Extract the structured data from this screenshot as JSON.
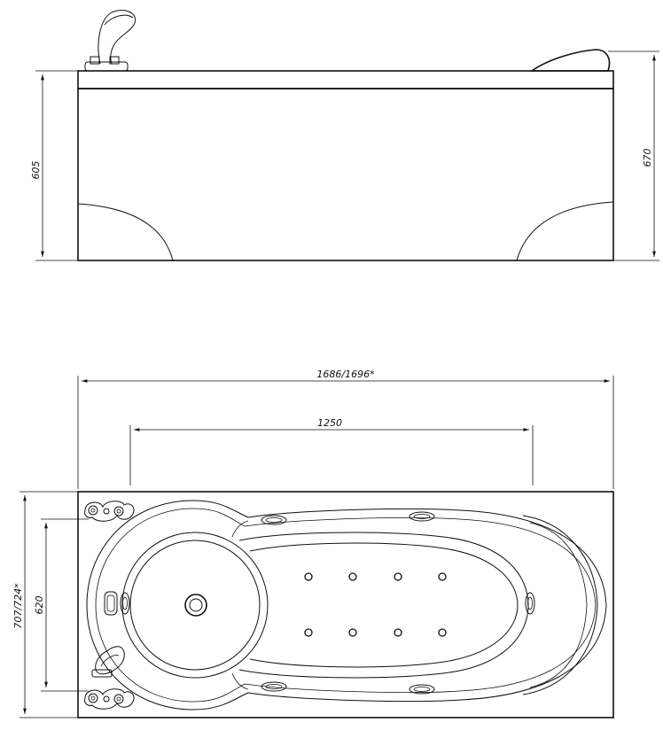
{
  "drawing": {
    "side_view": {
      "height_dim": "605",
      "total_height_dim": "670"
    },
    "top_view": {
      "overall_length_dim": "1686/1696*",
      "inner_length_dim": "1250",
      "overall_width_dim": "707/724*",
      "inner_width_dim": "620"
    }
  }
}
